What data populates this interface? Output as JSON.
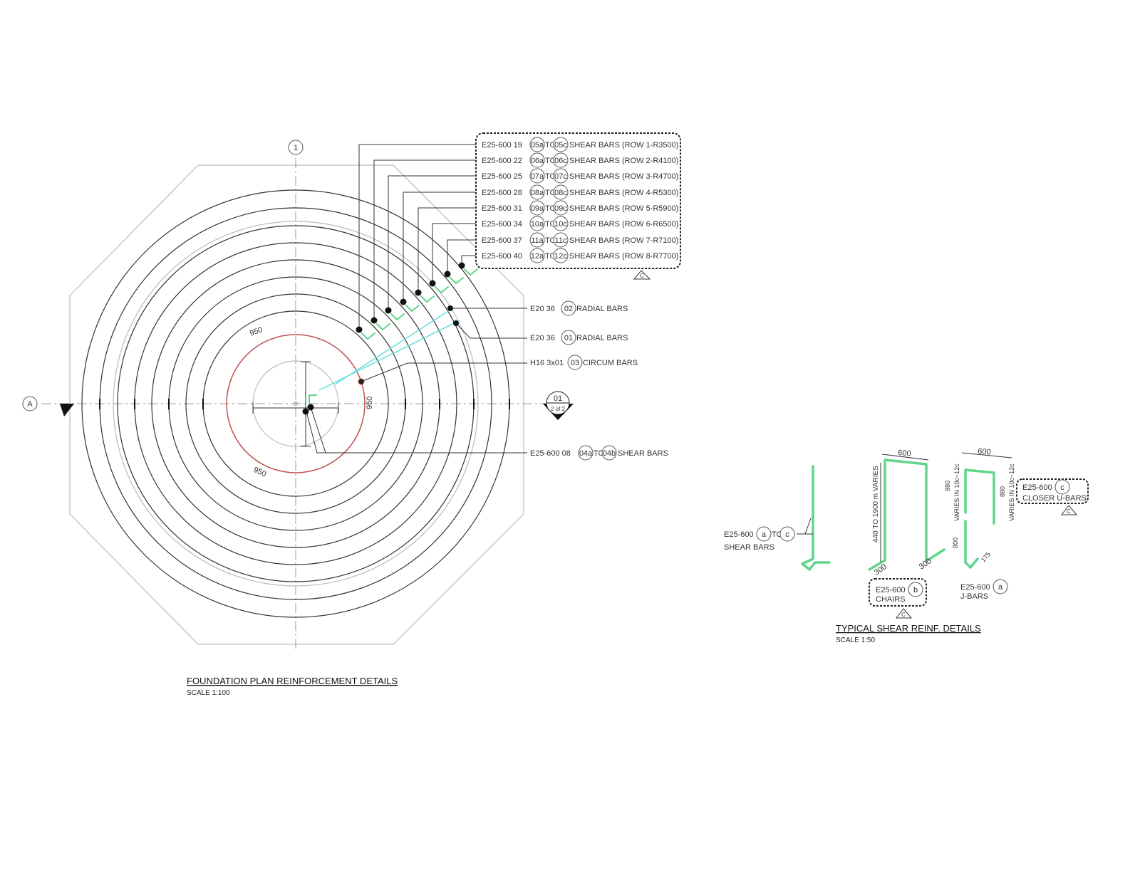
{
  "plan": {
    "grid_1": "1",
    "grid_a": "A",
    "title": "FOUNDATION PLAN REINFORCEMENT DETAILS",
    "scale": "SCALE 1:100",
    "dim_950_a": "950",
    "dim_950_b": "950",
    "dim_950_c": "950",
    "section_num": "01",
    "section_sheet": "2 of 2",
    "rev_tag": "C",
    "shear_rows": [
      {
        "prefix": "E25-600  19",
        "from": "05a",
        "to": "TO",
        "to_mark": "05c",
        "suffix": "SHEAR  BARS (ROW  1-R3500)"
      },
      {
        "prefix": "E25-600  22",
        "from": "06a",
        "to": "TO",
        "to_mark": "06c",
        "suffix": "SHEAR  BARS (ROW  2-R4100)"
      },
      {
        "prefix": "E25-600  25",
        "from": "07a",
        "to": "TO",
        "to_mark": "07c",
        "suffix": "SHEAR  BARS (ROW  3-R4700)"
      },
      {
        "prefix": "E25-600  28",
        "from": "08a",
        "to": "TO",
        "to_mark": "08c",
        "suffix": "SHEAR  BARS (ROW  4-R5300)"
      },
      {
        "prefix": "E25-600  31",
        "from": "09a",
        "to": "TO",
        "to_mark": "09c",
        "suffix": "SHEAR  BARS (ROW  5-R5900)"
      },
      {
        "prefix": "E25-600  34",
        "from": "10a",
        "to": "TO",
        "to_mark": "10c",
        "suffix": "SHEAR  BARS (ROW  6-R6500)"
      },
      {
        "prefix": "E25-600  37",
        "from": "11a",
        "to": "TO",
        "to_mark": "11c",
        "suffix": "SHEAR  BARS (ROW  7-R7100)"
      },
      {
        "prefix": "E25-600  40",
        "from": "12a",
        "to": "TO",
        "to_mark": "12c",
        "suffix": "SHEAR  BARS (ROW  8-R7700)"
      }
    ],
    "radial_02": {
      "prefix": "E20  36",
      "mark": "02",
      "suffix": "RADIAL  BARS"
    },
    "radial_01": {
      "prefix": "E20  36",
      "mark": "01",
      "suffix": "RADIAL  BARS"
    },
    "circum_03": {
      "prefix": "H16  3x01",
      "mark": "03",
      "suffix": "CIRCUM  BARS"
    },
    "shear_04": {
      "prefix": "E25-600  08",
      "from": "04a",
      "to": "TO",
      "to_mark": "04b",
      "suffix": "SHEAR  BARS"
    }
  },
  "details": {
    "title": "TYPICAL SHEAR REINF. DETAILS",
    "scale": "SCALE 1:50",
    "shear": {
      "prefix": "E25-600",
      "from": "a",
      "to": "TO",
      "to_mark": "c",
      "label": "SHEAR  BARS"
    },
    "chairs": {
      "prefix": "E25-600",
      "mark": "b",
      "label": "CHAIRS",
      "dim_top": "600",
      "dim_height": "440 TO 1900 m VARIES",
      "dim_left": "300",
      "dim_right": "300",
      "rev_tag": "C"
    },
    "jbars": {
      "prefix": "E25-600",
      "mark": "a",
      "label": "J-BARS",
      "dim_top": "600",
      "dim_left_val": "880",
      "dim_left_note": "VARIES IN 10c~12c",
      "dim_right_val": "880",
      "dim_right_note": "VARIES IN 10c~12c",
      "dim_lower": "800",
      "dim_hook": "175"
    },
    "closer": {
      "prefix": "E25-600",
      "mark": "c",
      "label": "CLOSER  U-BARS",
      "rev_tag": "C"
    }
  },
  "colors": {
    "rebar": "#5fd68a",
    "radial": "#62e0e0",
    "circum": "#c0504d"
  }
}
